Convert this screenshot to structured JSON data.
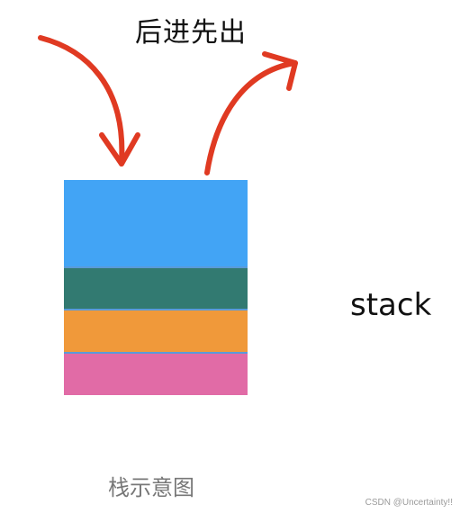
{
  "title": "后进先出",
  "stack_label": "stack",
  "caption": "栈示意图",
  "watermark": "CSDN @Uncertainty!!",
  "arrows": {
    "push_icon": "arrow-push-icon",
    "pop_icon": "arrow-pop-icon",
    "color": "#e03a22"
  },
  "stack_blocks": [
    {
      "name": "stack-block-top",
      "color": "#42a4f5"
    },
    {
      "name": "stack-block-second",
      "color": "#327a71"
    },
    {
      "name": "stack-block-third",
      "color": "#f0993a"
    },
    {
      "name": "stack-block-bottom",
      "color": "#e16ba6"
    }
  ],
  "divider_color": "#5a9ad8"
}
